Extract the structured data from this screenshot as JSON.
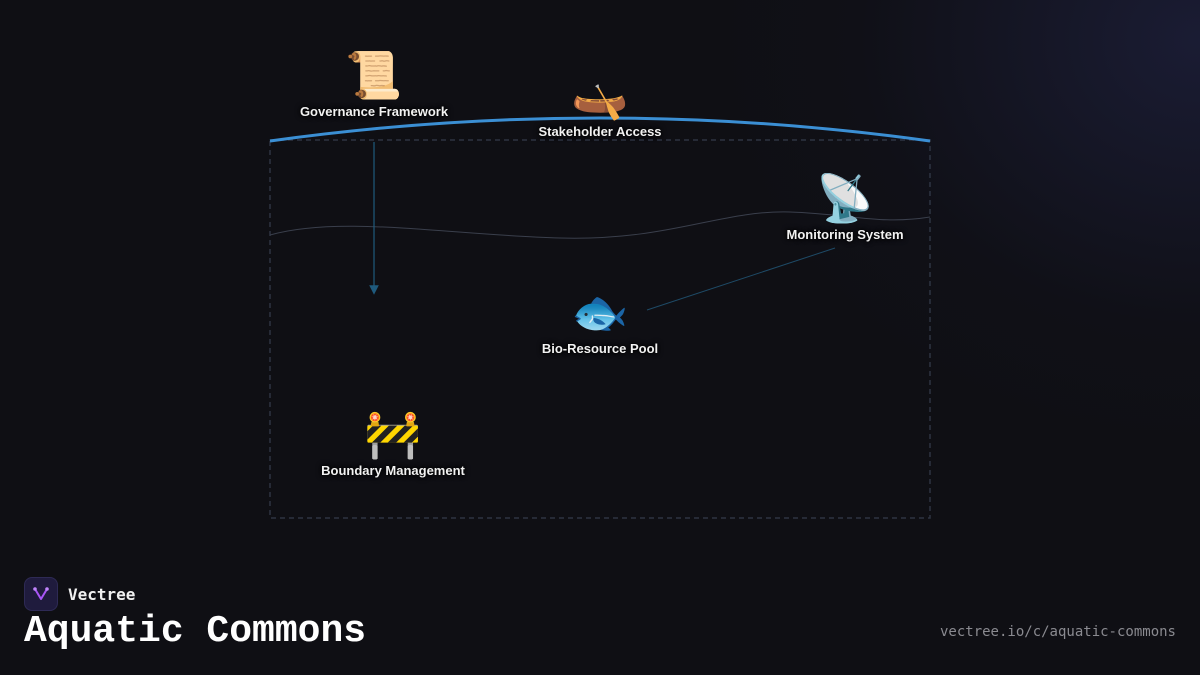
{
  "brand": {
    "name": "Vectree",
    "logo_icon": "vectree-logo-icon",
    "accent": "#a855f7"
  },
  "title": "Aquatic Commons",
  "url": "vectree.io/c/aquatic-commons",
  "colors": {
    "arc": "#3b8fd4",
    "boundary": "#2e3442",
    "arrow": "#1f5a7d"
  },
  "nodes": [
    {
      "id": "governance",
      "label": "Governance Framework",
      "icon": "scroll-icon",
      "glyph": "📜"
    },
    {
      "id": "stakeholder",
      "label": "Stakeholder Access",
      "icon": "canoe-icon",
      "glyph": "🛶"
    },
    {
      "id": "monitoring",
      "label": "Monitoring System",
      "icon": "satellite-dish-icon",
      "glyph": "📡"
    },
    {
      "id": "bioresource",
      "label": "Bio-Resource Pool",
      "icon": "fish-icon",
      "glyph": "🐟"
    },
    {
      "id": "boundary",
      "label": "Boundary Management",
      "icon": "construction-barrier-icon",
      "glyph": "🚧"
    }
  ],
  "edges": [
    {
      "from": "governance",
      "to": "boundary",
      "directed": true
    },
    {
      "from": "bioresource",
      "to": "monitoring",
      "directed": false
    }
  ]
}
